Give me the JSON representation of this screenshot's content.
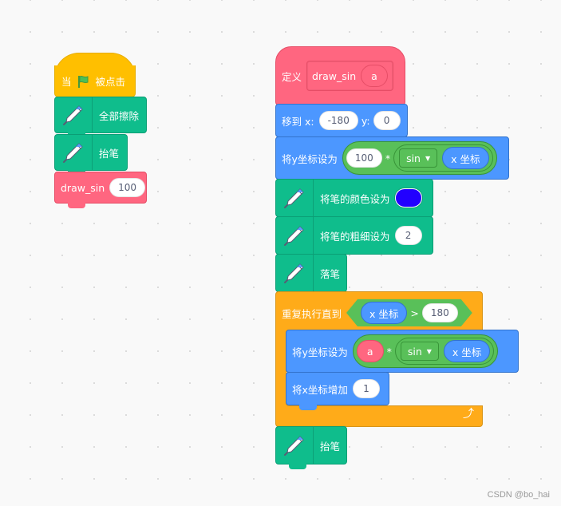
{
  "left_script": {
    "hat": {
      "prefix": "当",
      "suffix": "被点击",
      "flag_color": "#4cbf56"
    },
    "erase_all": "全部擦除",
    "pen_up": "抬笔",
    "call": {
      "name": "draw_sin",
      "arg": "100"
    }
  },
  "right_script": {
    "define": {
      "label": "定义",
      "name": "draw_sin",
      "param": "a"
    },
    "goto": {
      "label_x": "移到 x:",
      "x": "-180",
      "label_y": "y:",
      "y": "0"
    },
    "set_y": {
      "label": "将y坐标设为",
      "num": "100",
      "op": "*",
      "func": "sin",
      "var": "x 坐标"
    },
    "set_color": {
      "label": "将笔的颜色设为",
      "color": "#2200ff"
    },
    "set_size": {
      "label": "将笔的粗细设为",
      "value": "2"
    },
    "pen_down": "落笔",
    "repeat_until": {
      "label": "重复执行直到",
      "cond_var": "x 坐标",
      "cond_op": ">",
      "cond_val": "180",
      "inner_set_y": {
        "label": "将y坐标设为",
        "param": "a",
        "op": "*",
        "func": "sin",
        "var": "x 坐标"
      },
      "inner_change_x": {
        "label": "将x坐标增加",
        "value": "1"
      },
      "loop_icon": "loop-arrow-icon"
    },
    "pen_up": "抬笔"
  },
  "watermark": "CSDN @bo_hai",
  "colors": {
    "event": "#ffbf00",
    "pen": "#0fbd8c",
    "motion": "#4c97ff",
    "control": "#ffab19",
    "myblocks": "#ff6680",
    "operator": "#59c059"
  }
}
